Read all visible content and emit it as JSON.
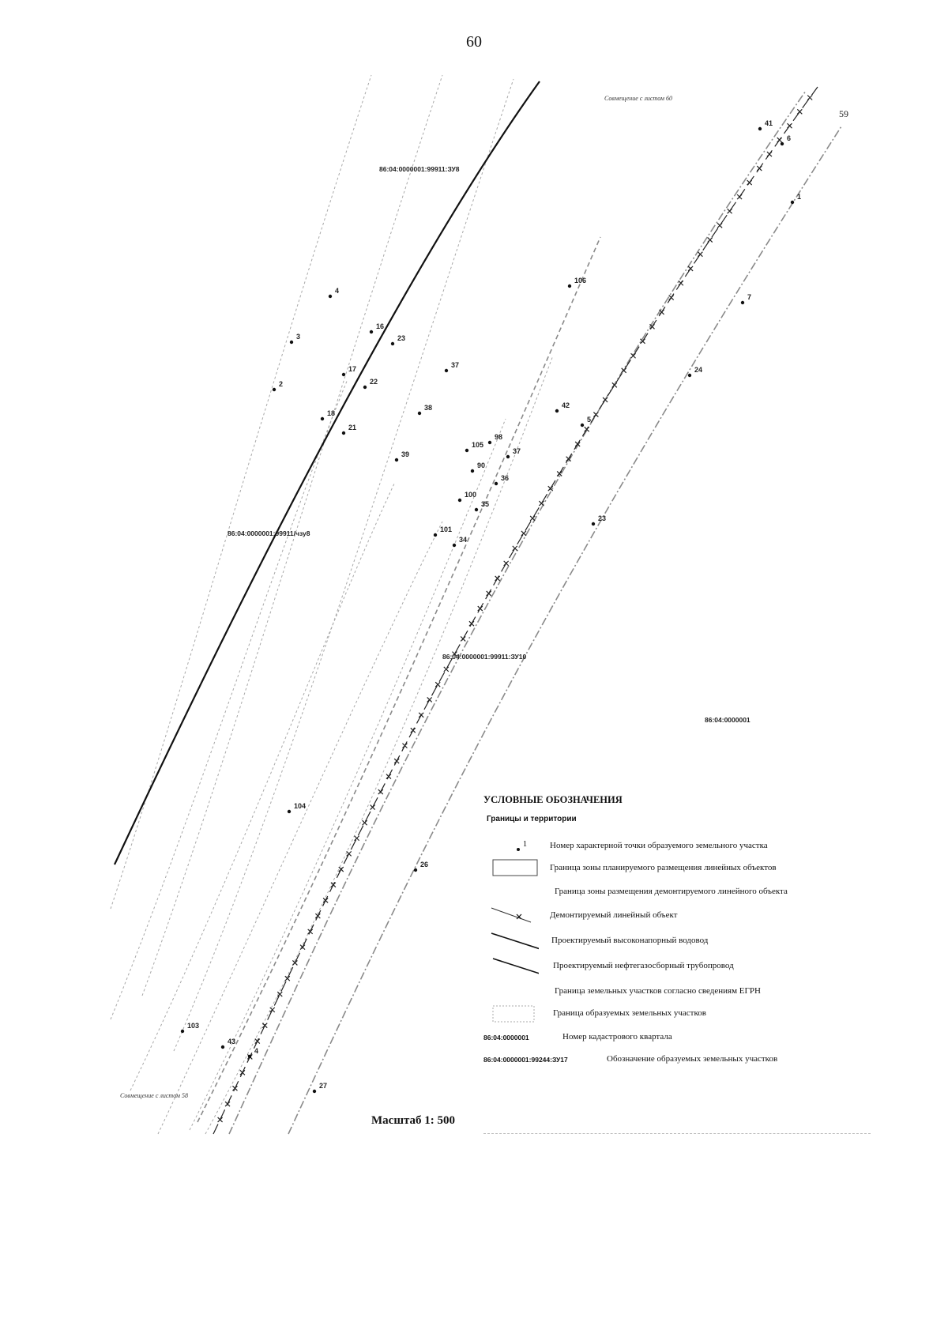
{
  "page_number": "60",
  "sheet_links": {
    "top": "Совмещение с листом 60",
    "bottom": "Совмещение с листом 58",
    "side_number": "59"
  },
  "parcel_labels": {
    "zu8_top": "86:04:0000001:99911:ЗУ8",
    "zu8_mid": "86:04:0000001:99911/чзу8",
    "zu10": "86:04:0000001:99911:ЗУ10",
    "quarter": "86:04:0000001"
  },
  "points": [
    "41",
    "6",
    "4",
    "1",
    "106",
    "7",
    "16",
    "3",
    "23",
    "17",
    "22",
    "2",
    "37",
    "18",
    "21",
    "38",
    "42",
    "5",
    "39",
    "105",
    "98",
    "37",
    "90",
    "36",
    "100",
    "35",
    "101",
    "34",
    "23",
    "24",
    "104",
    "26",
    "103",
    "43",
    "4",
    "27"
  ],
  "scale": "Масштаб 1: 500",
  "legend": {
    "title": "УСЛОВНЫЕ ОБОЗНАЧЕНИЯ",
    "subtitle": "Границы и территории",
    "items": [
      {
        "symbol": "point",
        "symbol_label": "1",
        "text": "Номер характерной точки образуемого земельного участка"
      },
      {
        "symbol": "rect",
        "text": "Граница зоны планируемого размещения линейных объектов"
      },
      {
        "symbol": "none",
        "text": "Граница зоны размещения демонтируемого линейного объекта"
      },
      {
        "symbol": "x-line",
        "text": "Демонтируемый линейный объект"
      },
      {
        "symbol": "line",
        "text": "Проектируемый высоконапорный водовод"
      },
      {
        "symbol": "line",
        "text": "Проектируемый нефтегазосборный трубопровод"
      },
      {
        "symbol": "none",
        "text": "Граница земельных участков согласно сведениям ЕГРН"
      },
      {
        "symbol": "dotted-rect",
        "text": "Граница образуемых земельных участков"
      },
      {
        "symbol": "code",
        "code": "86:04:0000001",
        "text": "Номер кадастрового квартала"
      },
      {
        "symbol": "code",
        "code": "86:04:0000001:99244:ЗУ17",
        "text": "Обозначение образуемых земельных участков"
      }
    ]
  }
}
